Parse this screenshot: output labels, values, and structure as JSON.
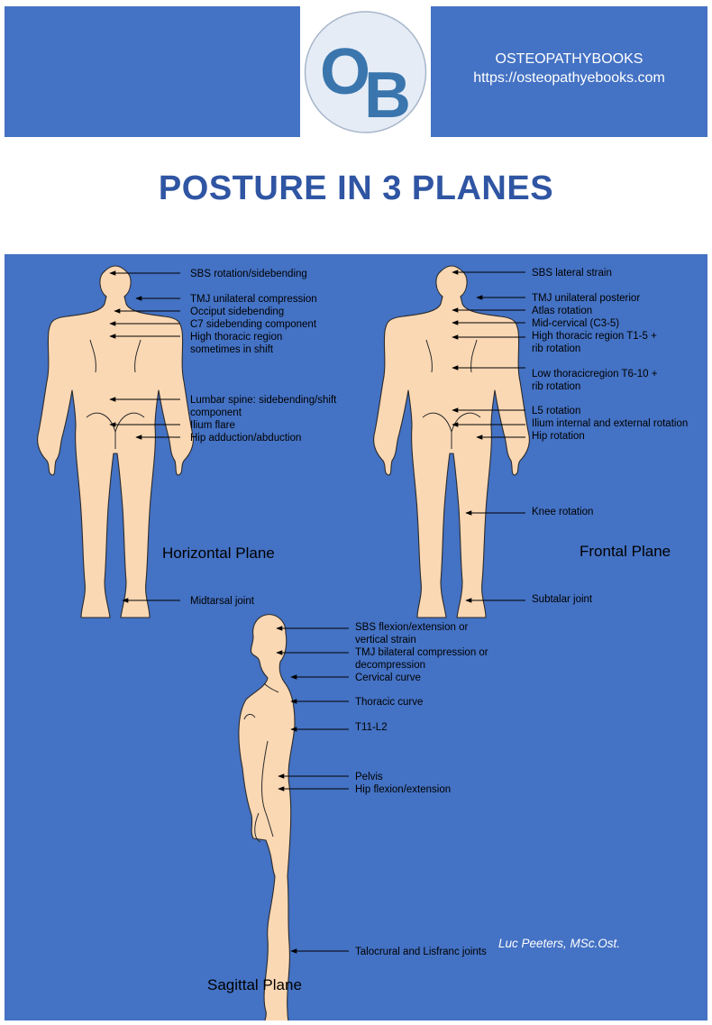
{
  "header": {
    "brand": "OSTEOPATHYBOOKS",
    "url": "https://osteopathyebooks.com",
    "logo_letters": [
      "O",
      "B"
    ]
  },
  "title": "POSTURE IN 3 PLANES",
  "colors": {
    "band": "#4472c4",
    "title": "#2f55a3",
    "skin": "#fbd8b4",
    "logo": "#3a76ad"
  },
  "planes": {
    "horizontal": {
      "name": "Horizontal Plane",
      "labels": [
        "SBS rotation/sidebending",
        "TMJ unilateral compression",
        "Occiput sidebending",
        "C7 sidebending component",
        "High thoracic region sometimes in shift",
        "Lumbar spine: sidebending/shift component",
        "Ilium flare",
        "Hip adduction/abduction",
        "Midtarsal joint"
      ]
    },
    "frontal": {
      "name": "Frontal Plane",
      "labels": [
        "SBS lateral strain",
        "TMJ unilateral posterior",
        "Atlas rotation",
        "Mid-cervical (C3-5)",
        "High thoracic region T1-5 + rib rotation",
        "Low thoracicregion T6-10 + rib rotation",
        "L5 rotation",
        "Ilium internal and external rotation",
        "Hip rotation",
        "Knee rotation",
        "Subtalar joint"
      ]
    },
    "sagittal": {
      "name": "Sagittal Plane",
      "labels": [
        "SBS flexion/extension or vertical strain",
        "TMJ bilateral compression or decompression",
        "Cervical curve",
        "Thoracic curve",
        "T11-L2",
        "Pelvis",
        "Hip flexion/extension",
        "Talocrural and Lisfranc joints"
      ]
    }
  },
  "author": "Luc Peeters, MSc.Ost."
}
